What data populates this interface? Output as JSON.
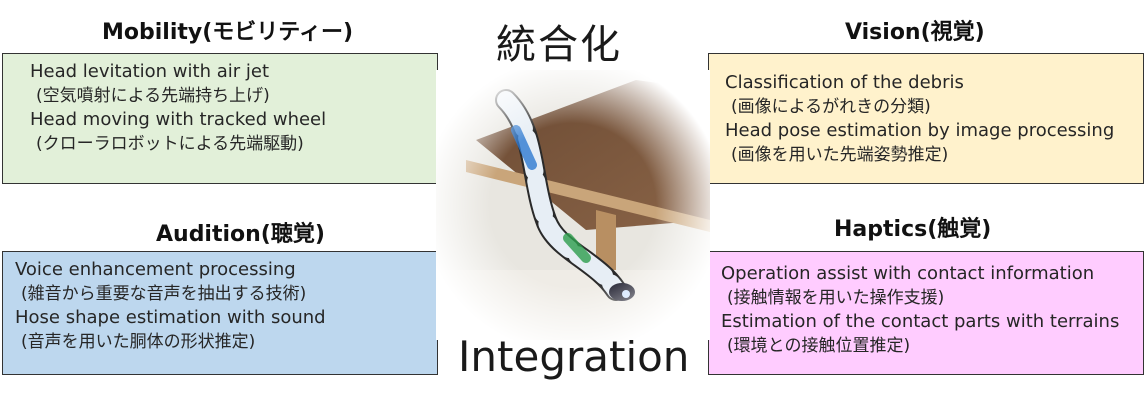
{
  "center": {
    "title_ja": "統合化",
    "title_en": "Integration"
  },
  "mobility": {
    "heading": "Mobility(モビリティー)",
    "lines": [
      {
        "en": "Head levitation with air jet",
        "ja": "(空気噴射による先端持ち上げ)"
      },
      {
        "en": "Head moving with tracked wheel",
        "ja": "(クローラロボットによる先端駆動)"
      }
    ],
    "color": "#e2f0d9"
  },
  "vision": {
    "heading": "Vision(視覚)",
    "lines": [
      {
        "en": "Classification of the debris",
        "ja": "(画像によるがれきの分類)"
      },
      {
        "en": "Head pose estimation by image processing",
        "ja": "(画像を用いた先端姿勢推定)"
      }
    ],
    "color": "#fff2cc"
  },
  "audition": {
    "heading": "Audition(聴覚)",
    "lines": [
      {
        "en": "Voice enhancement processing",
        "ja": "(雑音から重要な音声を抽出する技術)"
      },
      {
        "en": "Hose shape estimation with sound",
        "ja": "(音声を用いた胴体の形状推定)"
      }
    ],
    "color": "#bdd7ee"
  },
  "haptics": {
    "heading": "Haptics(触覚)",
    "lines": [
      {
        "en": "Operation assist with contact information",
        "ja": "(接触情報を用いた操作支援)"
      },
      {
        "en": "Estimation of the contact parts with terrains",
        "ja": "(環境との接触位置推定)"
      }
    ],
    "color": "#ffccff"
  }
}
